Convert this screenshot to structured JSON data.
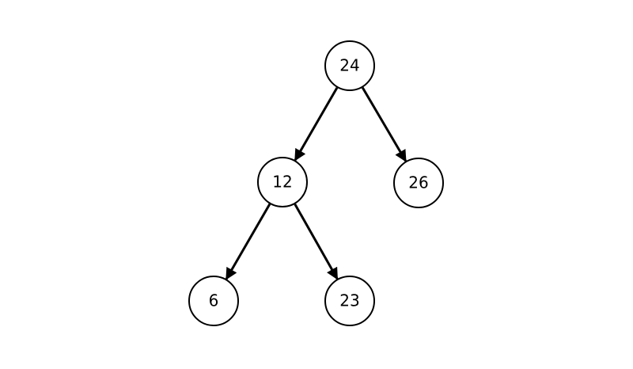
{
  "diagram": {
    "type": "binary-tree",
    "colors": {
      "background": "#ffffff",
      "stroke": "#000000",
      "node_fill": "#ffffff",
      "text": "#000000"
    },
    "nodes": [
      {
        "id": "n24",
        "label": "24"
      },
      {
        "id": "n12",
        "label": "12"
      },
      {
        "id": "n26",
        "label": "26"
      },
      {
        "id": "n6",
        "label": "6"
      },
      {
        "id": "n23",
        "label": "23"
      }
    ],
    "edges": [
      {
        "from": "n24",
        "to": "n12"
      },
      {
        "from": "n24",
        "to": "n26"
      },
      {
        "from": "n12",
        "to": "n6"
      },
      {
        "from": "n12",
        "to": "n23"
      }
    ]
  }
}
